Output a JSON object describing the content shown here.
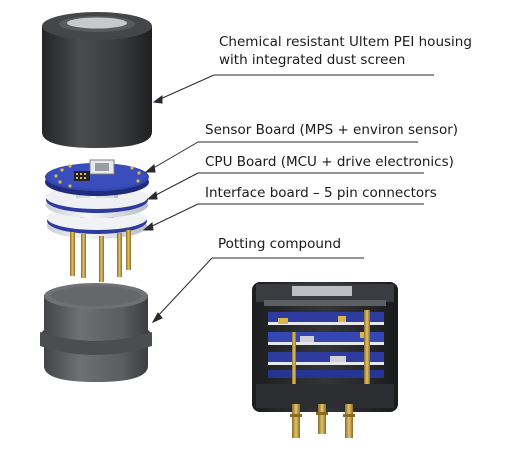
{
  "labels": {
    "housing": {
      "line1": "Chemical resistant Ultem PEI housing",
      "line2": "with integrated dust screen"
    },
    "sensor_board": "Sensor Board (MPS + environ sensor)",
    "cpu_board": "CPU Board (MCU + drive electronics)",
    "interface_board": "Interface board – 5 pin connectors",
    "potting": "Potting compound"
  },
  "colors": {
    "housing": "#3a3b3d",
    "pcb_blue": "#2d3c9e",
    "spacer_white": "#e9ecef",
    "pin_gold": "#c9a545",
    "potting_grey": "#5b5d60",
    "leader_line": "#2a2a2a"
  }
}
